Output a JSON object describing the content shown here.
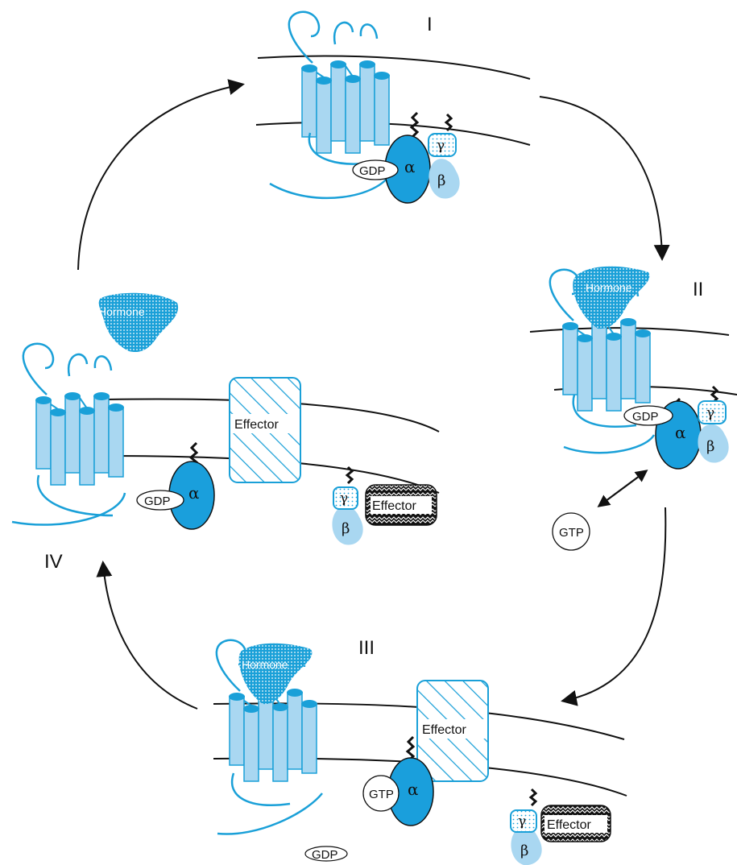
{
  "stages": {
    "I": "I",
    "II": "II",
    "III": "III",
    "IV": "IV"
  },
  "labels": {
    "hormone": "Hormone",
    "effector": "Effector",
    "gdp": "GDP",
    "gtp": "GTP",
    "alpha": "α",
    "beta": "β",
    "gamma": "γ"
  },
  "colors": {
    "membrane": "#111111",
    "receptor_fill": "#a9d7f1",
    "receptor_cap": "#1aa0d8",
    "alpha_fill": "#1a9fdc",
    "beta_fill": "#a9d7f1",
    "gamma_stroke": "#1aa0d8",
    "hormone_fill": "#1aa0d8",
    "effector_stroke": "#1aa0d8",
    "effector2_fill": "#111111"
  },
  "icons": {
    "receptor": "gpcr-receptor-icon",
    "hormone": "hormone-icon",
    "effector": "effector-icon",
    "arrow": "cycle-arrow-icon"
  }
}
